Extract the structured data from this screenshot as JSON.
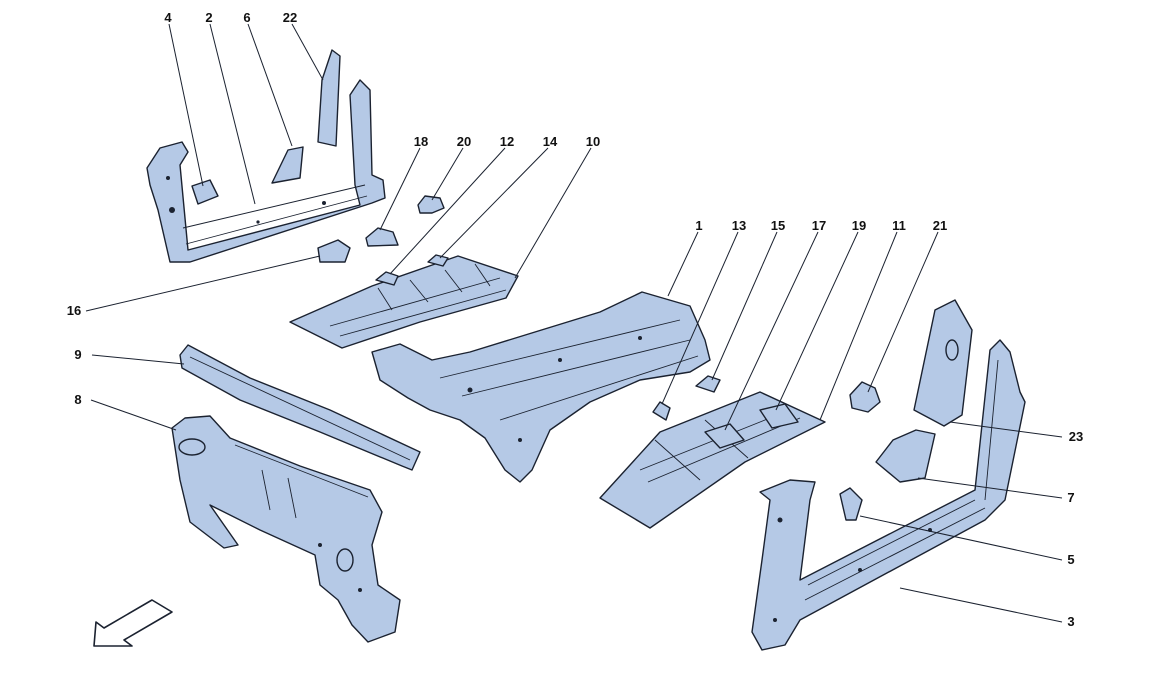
{
  "diagram": {
    "callouts": [
      "4",
      "2",
      "6",
      "22",
      "18",
      "20",
      "12",
      "14",
      "10",
      "16",
      "9",
      "8",
      "1",
      "13",
      "15",
      "17",
      "19",
      "11",
      "21",
      "23",
      "7",
      "5",
      "3"
    ],
    "colors": {
      "part_fill": "#b5c9e6",
      "outline": "#1b2230",
      "label": "#111111",
      "background": "#ffffff"
    },
    "icons": [
      "direction-arrow-icon"
    ]
  }
}
